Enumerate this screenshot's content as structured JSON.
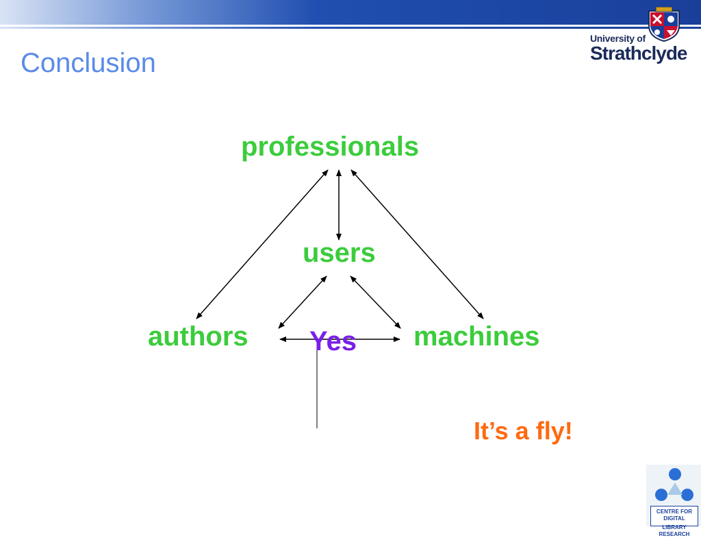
{
  "slide": {
    "title": "Conclusion"
  },
  "logo_university": {
    "line1": "University of",
    "line2": "Strathclyde"
  },
  "diagram": {
    "nodes": {
      "professionals": "professionals",
      "users": "users",
      "authors": "authors",
      "machines": "machines"
    },
    "connector_label": "Yes",
    "note": "It’s a fly!"
  },
  "logo_cdlr": {
    "line1": "CENTRE FOR DIGITAL",
    "line2": "LIBRARY RESEARCH"
  },
  "colors": {
    "title": "#5a8be8",
    "node_text": "#3ccc3c",
    "yes_text": "#7a1fe8",
    "note_text": "#ff6a10",
    "header_bar": "#1a3f9a",
    "arrow": "#000000"
  }
}
